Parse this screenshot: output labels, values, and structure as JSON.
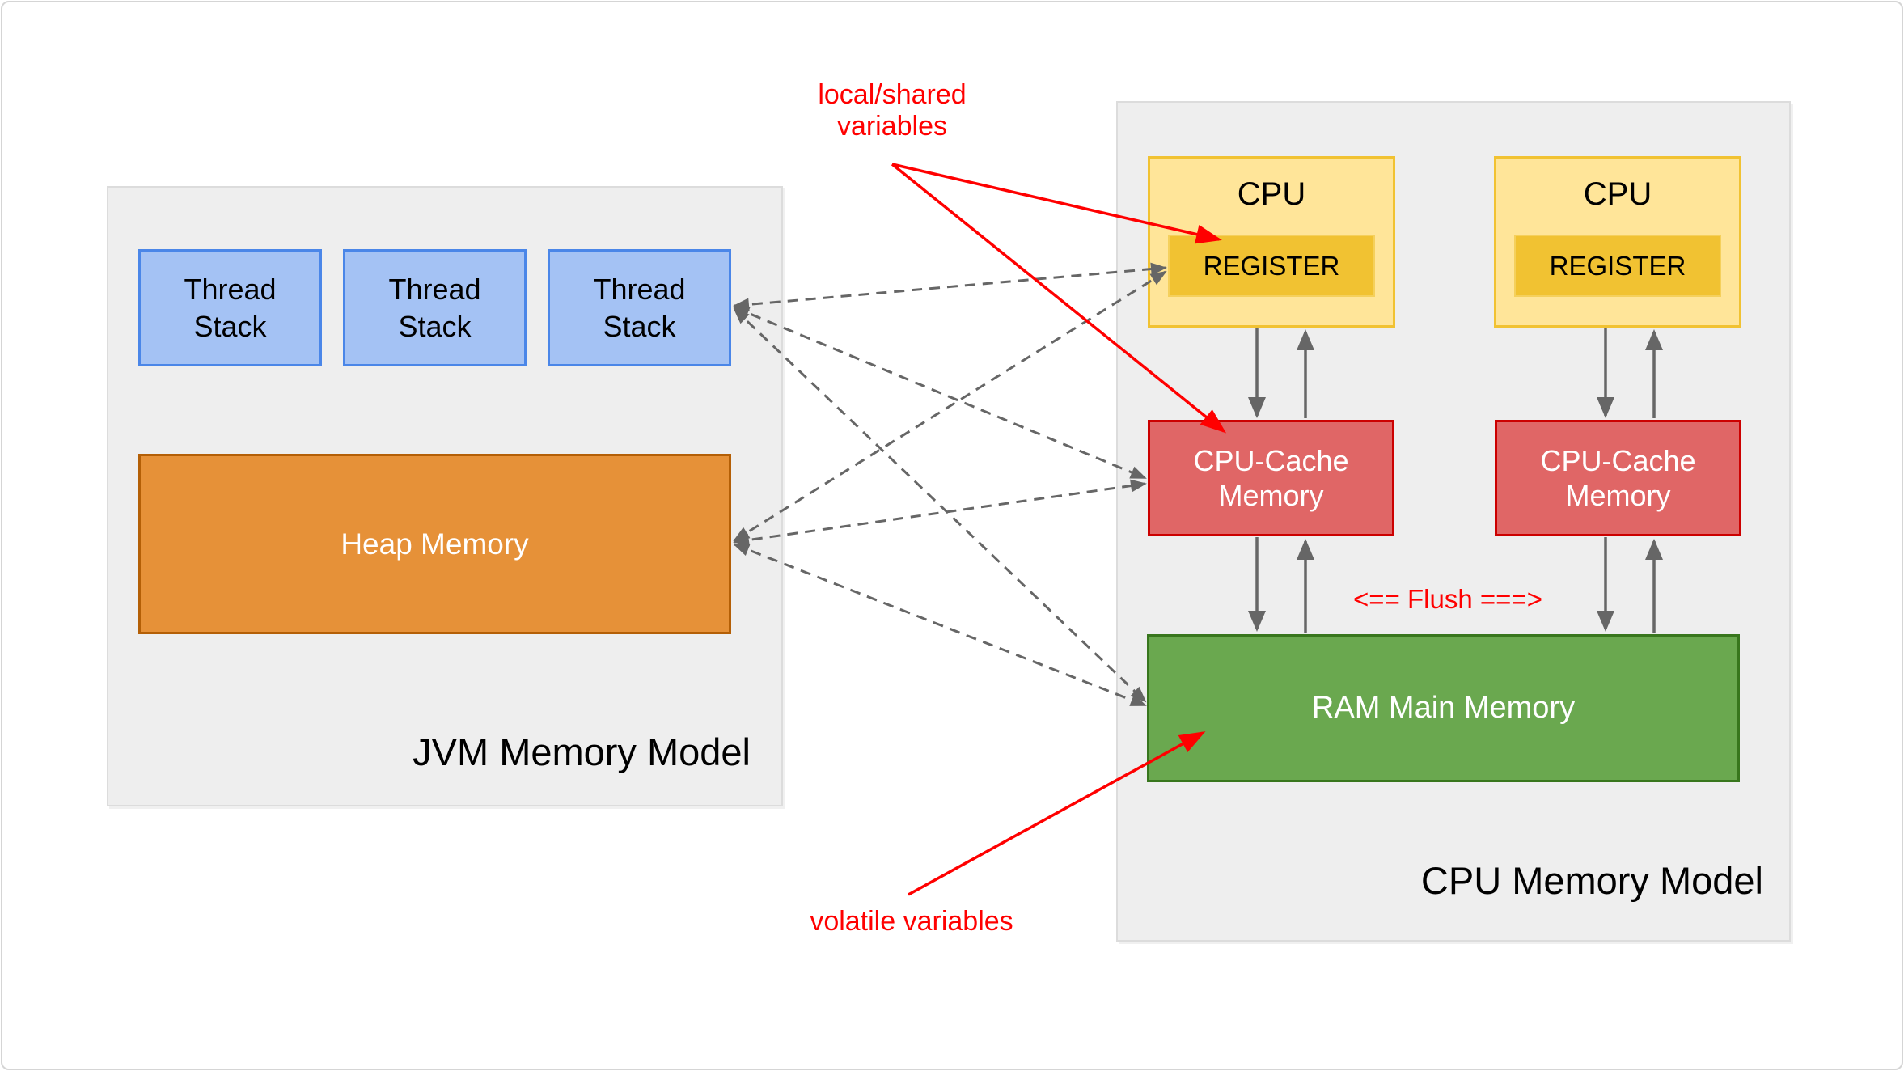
{
  "jvm": {
    "title": "JVM Memory Model",
    "thread_stacks": [
      {
        "label": "Thread\nStack"
      },
      {
        "label": "Thread\nStack"
      },
      {
        "label": "Thread\nStack"
      }
    ],
    "heap_label": "Heap Memory"
  },
  "cpu": {
    "title": "CPU Memory Model",
    "columns": [
      {
        "cpu_label": "CPU",
        "register_label": "REGISTER",
        "cache_label": "CPU-Cache\nMemory"
      },
      {
        "cpu_label": "CPU",
        "register_label": "REGISTER",
        "cache_label": "CPU-Cache\nMemory"
      }
    ],
    "ram_label": "RAM Main Memory"
  },
  "annotations": {
    "local_shared_label": "local/shared\nvariables",
    "volatile_label": "volatile variables",
    "flush_label": "<== Flush ===>"
  },
  "colors": {
    "panel_fill": "#eeeeee",
    "panel_border": "#dcdcdc",
    "thread_fill": "#a4c2f4",
    "thread_border": "#4a86e8",
    "heap_fill": "#e69138",
    "heap_border": "#b45f06",
    "cpu_fill": "#ffe599",
    "cpu_border": "#f1c232",
    "register_fill": "#f1c232",
    "cache_fill": "#e06666",
    "cache_border": "#cc0000",
    "ram_fill": "#6aa84f",
    "ram_border": "#38761d",
    "annotation_red": "#ff0000",
    "connector_gray": "#666666"
  }
}
